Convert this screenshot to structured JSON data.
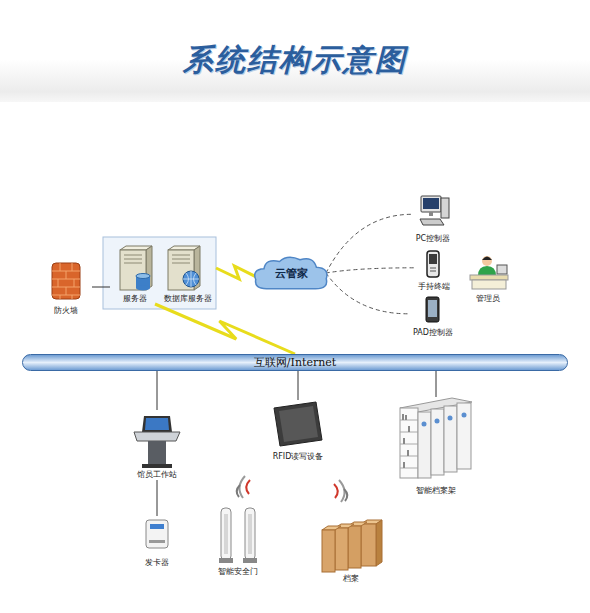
{
  "diagram": {
    "title": "系统结构示意图",
    "nodes": [
      {
        "text": [
          "防火墙"
        ]
      },
      {
        "text": [
          "服务器"
        ]
      },
      {
        "text": [
          "数据库服务器"
        ]
      },
      {
        "text": [
          "云管家"
        ]
      },
      {
        "text": [
          "PC控制器"
        ]
      },
      {
        "text": [
          "手持终端"
        ]
      },
      {
        "text": [
          "管理员"
        ]
      },
      {
        "text": [
          "PAD控制器"
        ]
      },
      {
        "text": [
          "互联网/Internet"
        ]
      },
      {
        "text": [
          "馆员工作站"
        ]
      },
      {
        "text": [
          "RFID读写设备"
        ]
      },
      {
        "text": [
          "智能档案架"
        ]
      },
      {
        "text": [
          "智能安全门"
        ]
      },
      {
        "text": [
          "档案"
        ]
      },
      {
        "text": [
          "发卡器"
        ]
      }
    ],
    "edges": [
      {
        "from": 0,
        "to": 1,
        "arrow": "none"
      },
      {
        "from": 2,
        "to": 3,
        "arrow": "none"
      },
      {
        "from": 1,
        "to": 8,
        "arrow": "none"
      },
      {
        "from": 3,
        "to": 4,
        "arrow": "none"
      },
      {
        "from": 3,
        "to": 5,
        "arrow": "none"
      },
      {
        "from": 3,
        "to": 7,
        "arrow": "none"
      },
      {
        "from": 8,
        "to": 9,
        "arrow": "none"
      },
      {
        "from": 8,
        "to": 10,
        "arrow": "none"
      },
      {
        "from": 8,
        "to": 11,
        "arrow": "none"
      },
      {
        "from": 9,
        "to": 14,
        "arrow": "none"
      }
    ]
  }
}
